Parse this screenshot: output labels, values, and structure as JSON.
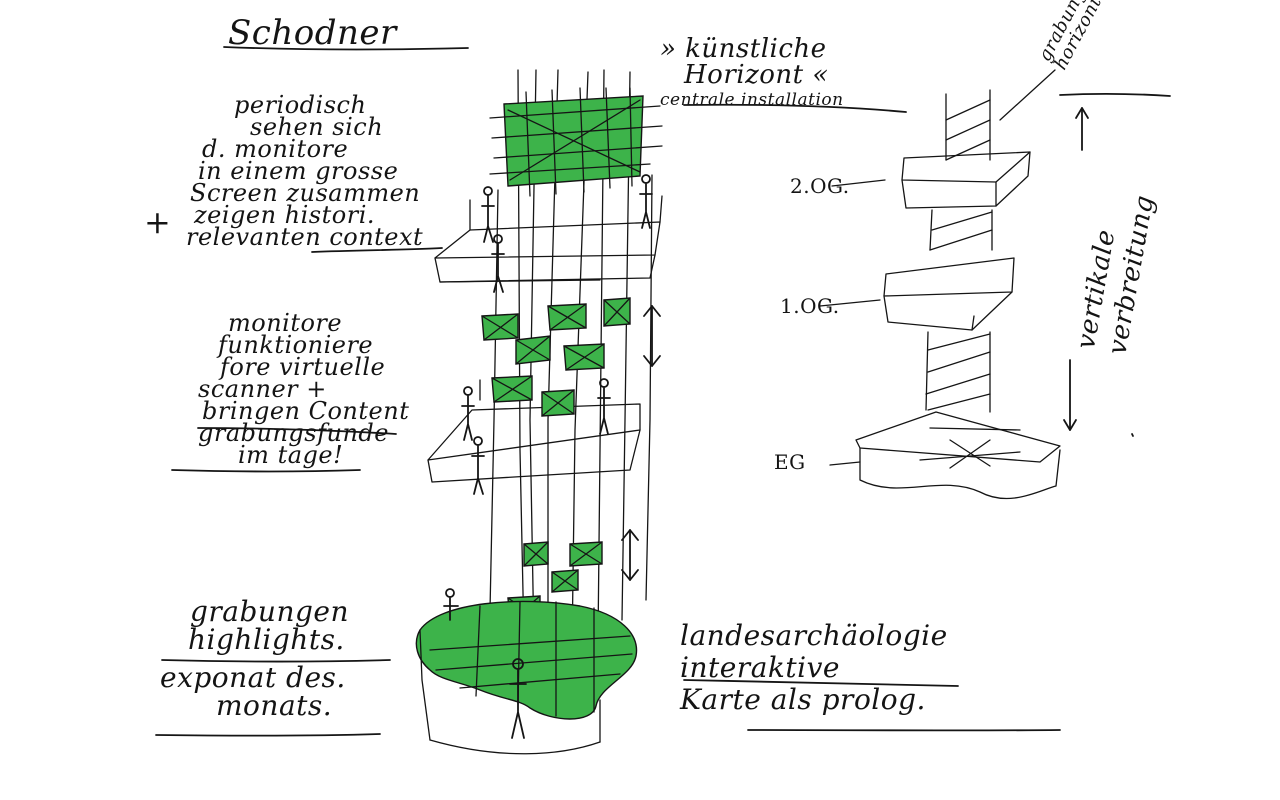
{
  "colors": {
    "green": "#3db34a",
    "ink": "#151515",
    "paper": "#ffffff"
  },
  "title": "Schodner",
  "notes": {
    "top_right": [
      "» künstliche",
      "Horizont «",
      "centrale installation"
    ],
    "periodic": [
      "periodisch",
      "sehen sich",
      "d. monitore",
      "in einem grosse",
      "Screen zusammen",
      "zeigen histori.",
      "relevanten context"
    ],
    "plus_mark": "+",
    "monitors": [
      "monitore",
      "funktioniere",
      "fore virtuelle",
      "scanner +",
      "bringen Content",
      "grabungsfunde",
      "im tage!"
    ],
    "grabungen": [
      "grabungen",
      "highlights.",
      "exponat des.",
      "monats."
    ],
    "landes": [
      "landesarchäologie",
      "interaktive",
      "Karte als prolog."
    ],
    "grabungs_horizont": [
      "grabungs",
      "horizont"
    ],
    "vertikale": [
      "vertikale",
      "verbreitung"
    ]
  },
  "floors": {
    "og2": "2.OG.",
    "og1": "1.OG.",
    "eg": "EG"
  }
}
